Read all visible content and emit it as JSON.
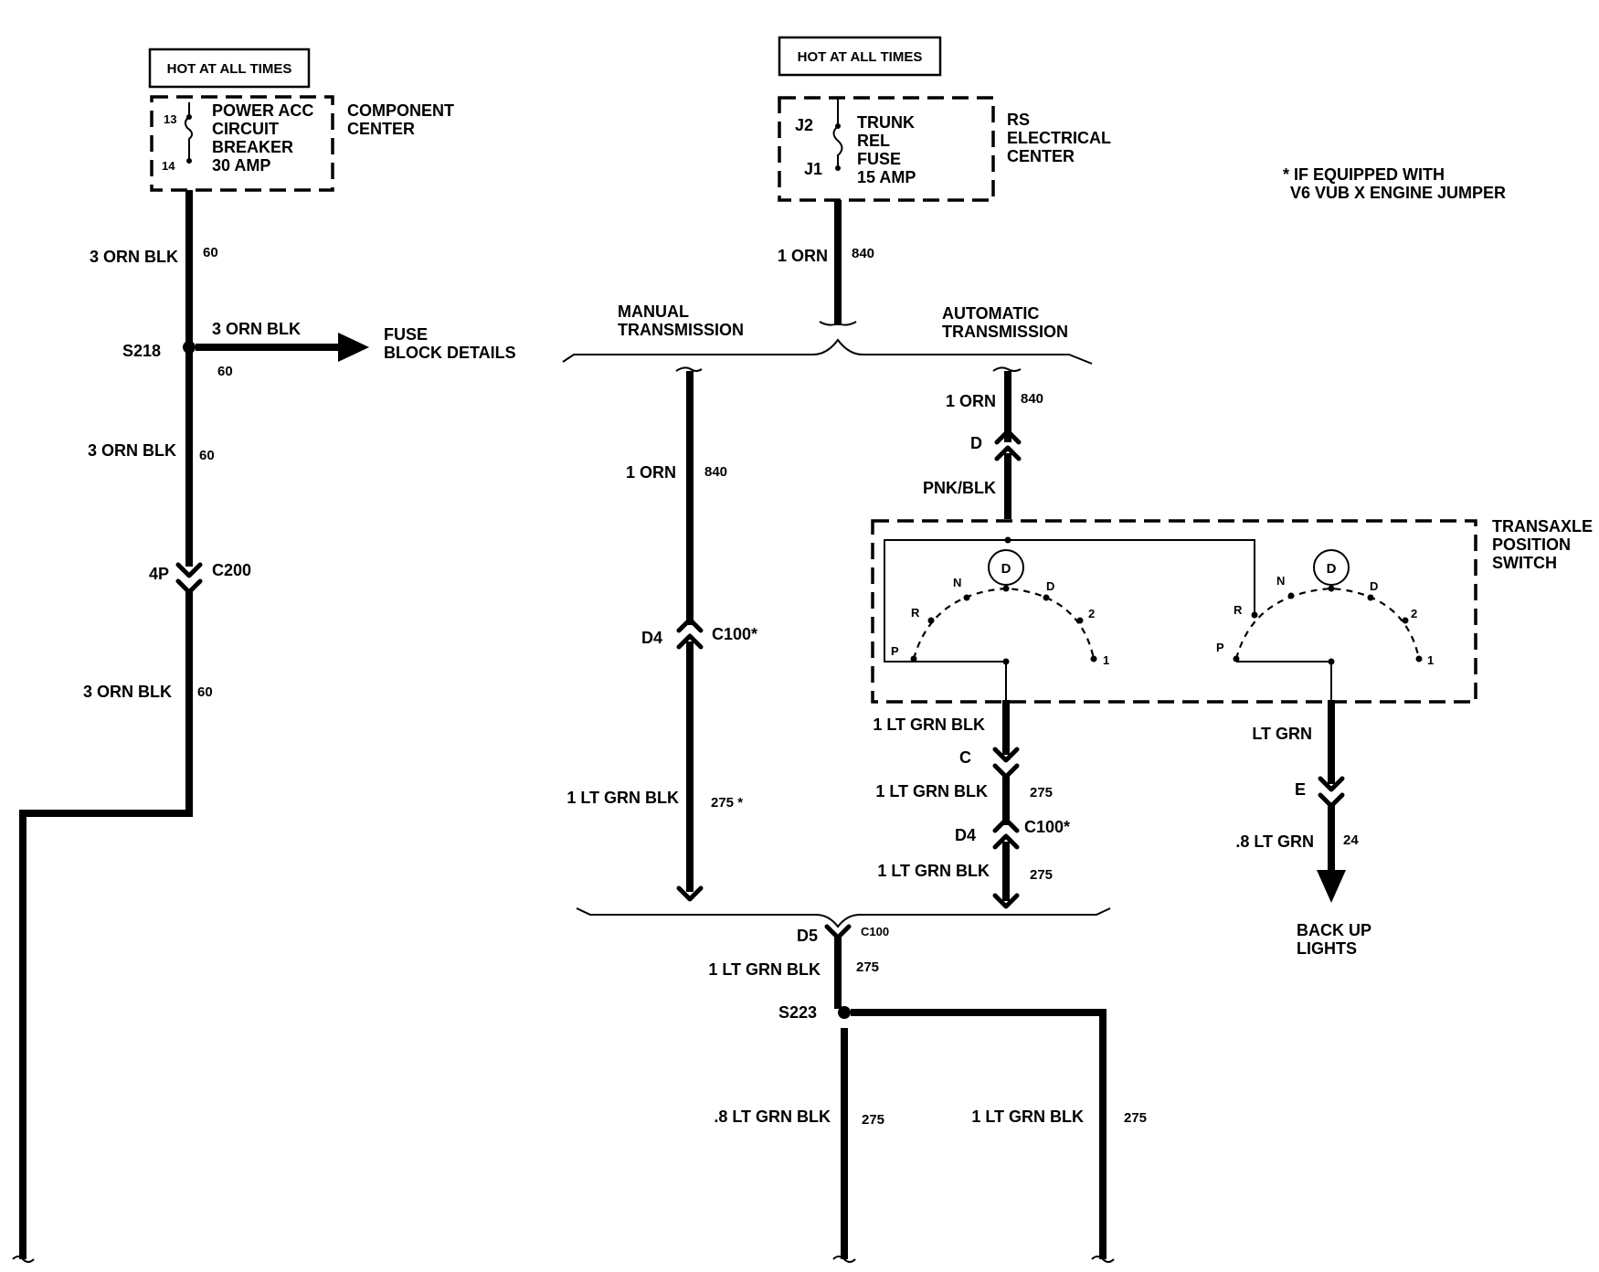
{
  "note": {
    "line1": "* IF EQUIPPED WITH",
    "line2": "V6 VUB X ENGINE JUMPER"
  },
  "left_circuit": {
    "hot_label": "HOT AT ALL TIMES",
    "breaker": {
      "pin_top": "13",
      "pin_bottom": "14",
      "name_lines": [
        "POWER ACC",
        "CIRCUIT",
        "BREAKER",
        "30 AMP"
      ]
    },
    "component_center": [
      "COMPONENT",
      "CENTER"
    ],
    "wire1": {
      "label": "3 ORN BLK",
      "number": "60"
    },
    "splice": {
      "name": "S218",
      "branch_label": "3 ORN BLK",
      "branch_number": "60",
      "destination": [
        "FUSE",
        "BLOCK DETAILS"
      ]
    },
    "wire2": {
      "label": "3 ORN BLK",
      "number": "60"
    },
    "connector": {
      "pin": "4P",
      "name": "C200"
    },
    "wire3": {
      "label": "3 ORN BLK",
      "number": "60"
    }
  },
  "right_circuit": {
    "hot_label": "HOT AT ALL TIMES",
    "fuse": {
      "pin_top": "J2",
      "pin_bottom": "J1",
      "name_lines": [
        "TRUNK",
        "REL",
        "FUSE",
        "15 AMP"
      ]
    },
    "rs_center": [
      "RS",
      "ELECTRICAL",
      "CENTER"
    ],
    "feed_wire": {
      "label": "1 ORN",
      "number": "840"
    },
    "manual": {
      "title": [
        "MANUAL",
        "TRANSMISSION"
      ],
      "wire_top": {
        "label": "1 ORN",
        "number": "840"
      },
      "connector": {
        "pin": "D4",
        "name": "C100*"
      },
      "wire_bottom": {
        "label": "1 LT GRN BLK",
        "number": "275 *"
      }
    },
    "automatic": {
      "title": [
        "AUTOMATIC",
        "TRANSMISSION"
      ],
      "wire_in": {
        "label": "1 ORN",
        "number": "840"
      },
      "pin_in": "D",
      "wire_pnk": {
        "label": "PNK/BLK"
      },
      "switch_name": [
        "TRANSAXLE",
        "POSITION",
        "SWITCH"
      ],
      "positions": [
        "P",
        "R",
        "N",
        "D",
        "2",
        "1"
      ],
      "wire_out1": {
        "label": "1 LT GRN BLK"
      },
      "pin_c": "C",
      "wire_out2": {
        "label": "1 LT GRN BLK",
        "number": "275"
      },
      "connector": {
        "pin": "D4",
        "name": "C100*"
      },
      "wire_out3": {
        "label": "1 LT GRN BLK",
        "number": "275"
      },
      "backup": {
        "wire1": {
          "label": "LT GRN"
        },
        "pin": "E",
        "wire2": {
          "label": ".8 LT GRN",
          "number": "24"
        },
        "destination": [
          "BACK UP",
          "LIGHTS"
        ]
      }
    },
    "merge_connector": {
      "pin": "D5",
      "name": "C100"
    },
    "merge_wire": {
      "label": "1 LT GRN BLK",
      "number": "275"
    },
    "splice": {
      "name": "S223"
    },
    "out_left": {
      "label": ".8 LT GRN BLK",
      "number": "275"
    },
    "out_right": {
      "label": "1 LT GRN BLK",
      "number": "275"
    }
  }
}
